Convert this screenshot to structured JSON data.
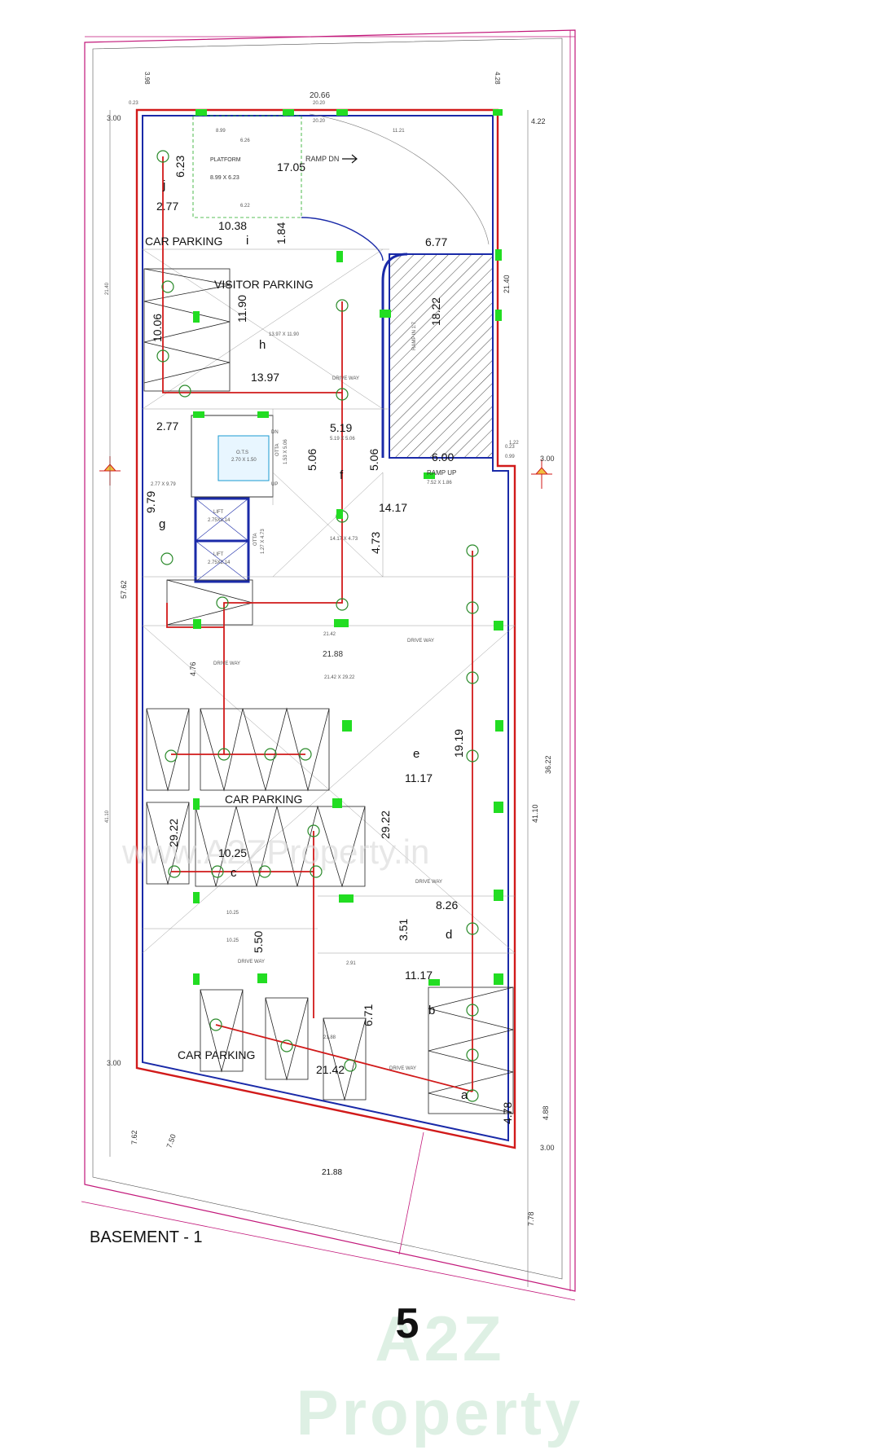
{
  "title": "BASEMENT - 1",
  "page_number": "5",
  "watermark": "A2Z Property",
  "watermark_url": "www.A2ZProperty.in",
  "colors": {
    "wall_blue": "#1a2aa8",
    "wall_red": "#d11a1a",
    "dimension_magenta": "#c2187a",
    "sensor_green": "#22dd22",
    "grid_line": "#9a9a9a"
  },
  "rooms": {
    "platform": "PLATFORM",
    "platform_size": "8.99 X 6.23",
    "ramp_dn": "RAMP DN",
    "ramp_up": "RAMP UP",
    "ramp_up_size": "7.52 X 1.86",
    "ramp_side": "RAMP IN 1:7",
    "car_parking_top": "CAR PARKING",
    "visitor_parking": "VISITOR PARKING",
    "h_size": "13.97 X 11.90",
    "drive_way": "DRIVE WAY",
    "otsz": "O.T.S",
    "ots_size": "2.70 X 1.50",
    "otta": "OTTA",
    "otta_size": "1.53 X 5.06",
    "lift": "LIFT",
    "lift_size": "2.75X2.14",
    "otta2_size": "1.27 X 4.73",
    "g_size": "2.77 X 9.79",
    "f_size": "5.19 X 5.06",
    "f2_size": "14.17 X 4.73",
    "e_size": "21.42 X 29.22",
    "car_parking_mid": "CAR PARKING",
    "car_parking_bottom": "CAR PARKING",
    "dn": "DN",
    "up": "UP"
  },
  "zone_letters": [
    "j",
    "i",
    "h",
    "g",
    "f",
    "e",
    "d",
    "c",
    "b",
    "a"
  ],
  "dimensions": {
    "d20_66": "20.66",
    "d20_20": "20.20",
    "d8_99": "8.99",
    "d11_21": "11.21",
    "d6_26": "6.26",
    "d6_22": "6.22",
    "d6_23": "6.23",
    "d17_05": "17.05",
    "d2_77": "2.77",
    "d10_38": "10.38",
    "d1_84": "1.84",
    "d6_77": "6.77",
    "d18_22": "18.22",
    "d21_40": "21.40",
    "d10_06": "10.06",
    "d11_90": "11.90",
    "d13_97": "13.97",
    "d5_19": "5.19",
    "d5_06": "5.06",
    "d6_00": "6.00",
    "d9_79": "9.79",
    "d14_17": "14.17",
    "d4_73": "4.73",
    "d57_62": "57.62",
    "d21_42": "21.42",
    "d21_88": "21.88",
    "d4_76": "4.76",
    "d19_19": "19.19",
    "d11_17": "11.17",
    "d36_22": "36.22",
    "d41_10": "41.10",
    "d29_22": "29.22",
    "d10_25": "10.25",
    "d8_26": "8.26",
    "d3_51": "3.51",
    "d5_50": "5.50",
    "d6_71": "6.71",
    "d4_78": "4.78",
    "d4_88": "4.88",
    "d3_00": "3.00",
    "d4_22": "4.22",
    "d7_62": "7.62",
    "d7_50": "7.50",
    "d7_78": "7.78",
    "d3_98": "3.98",
    "d4_28": "4.28",
    "d2_91": "2.91",
    "d0_23": "0.23",
    "d1_22": "1.22",
    "d0_99": "0.99"
  }
}
